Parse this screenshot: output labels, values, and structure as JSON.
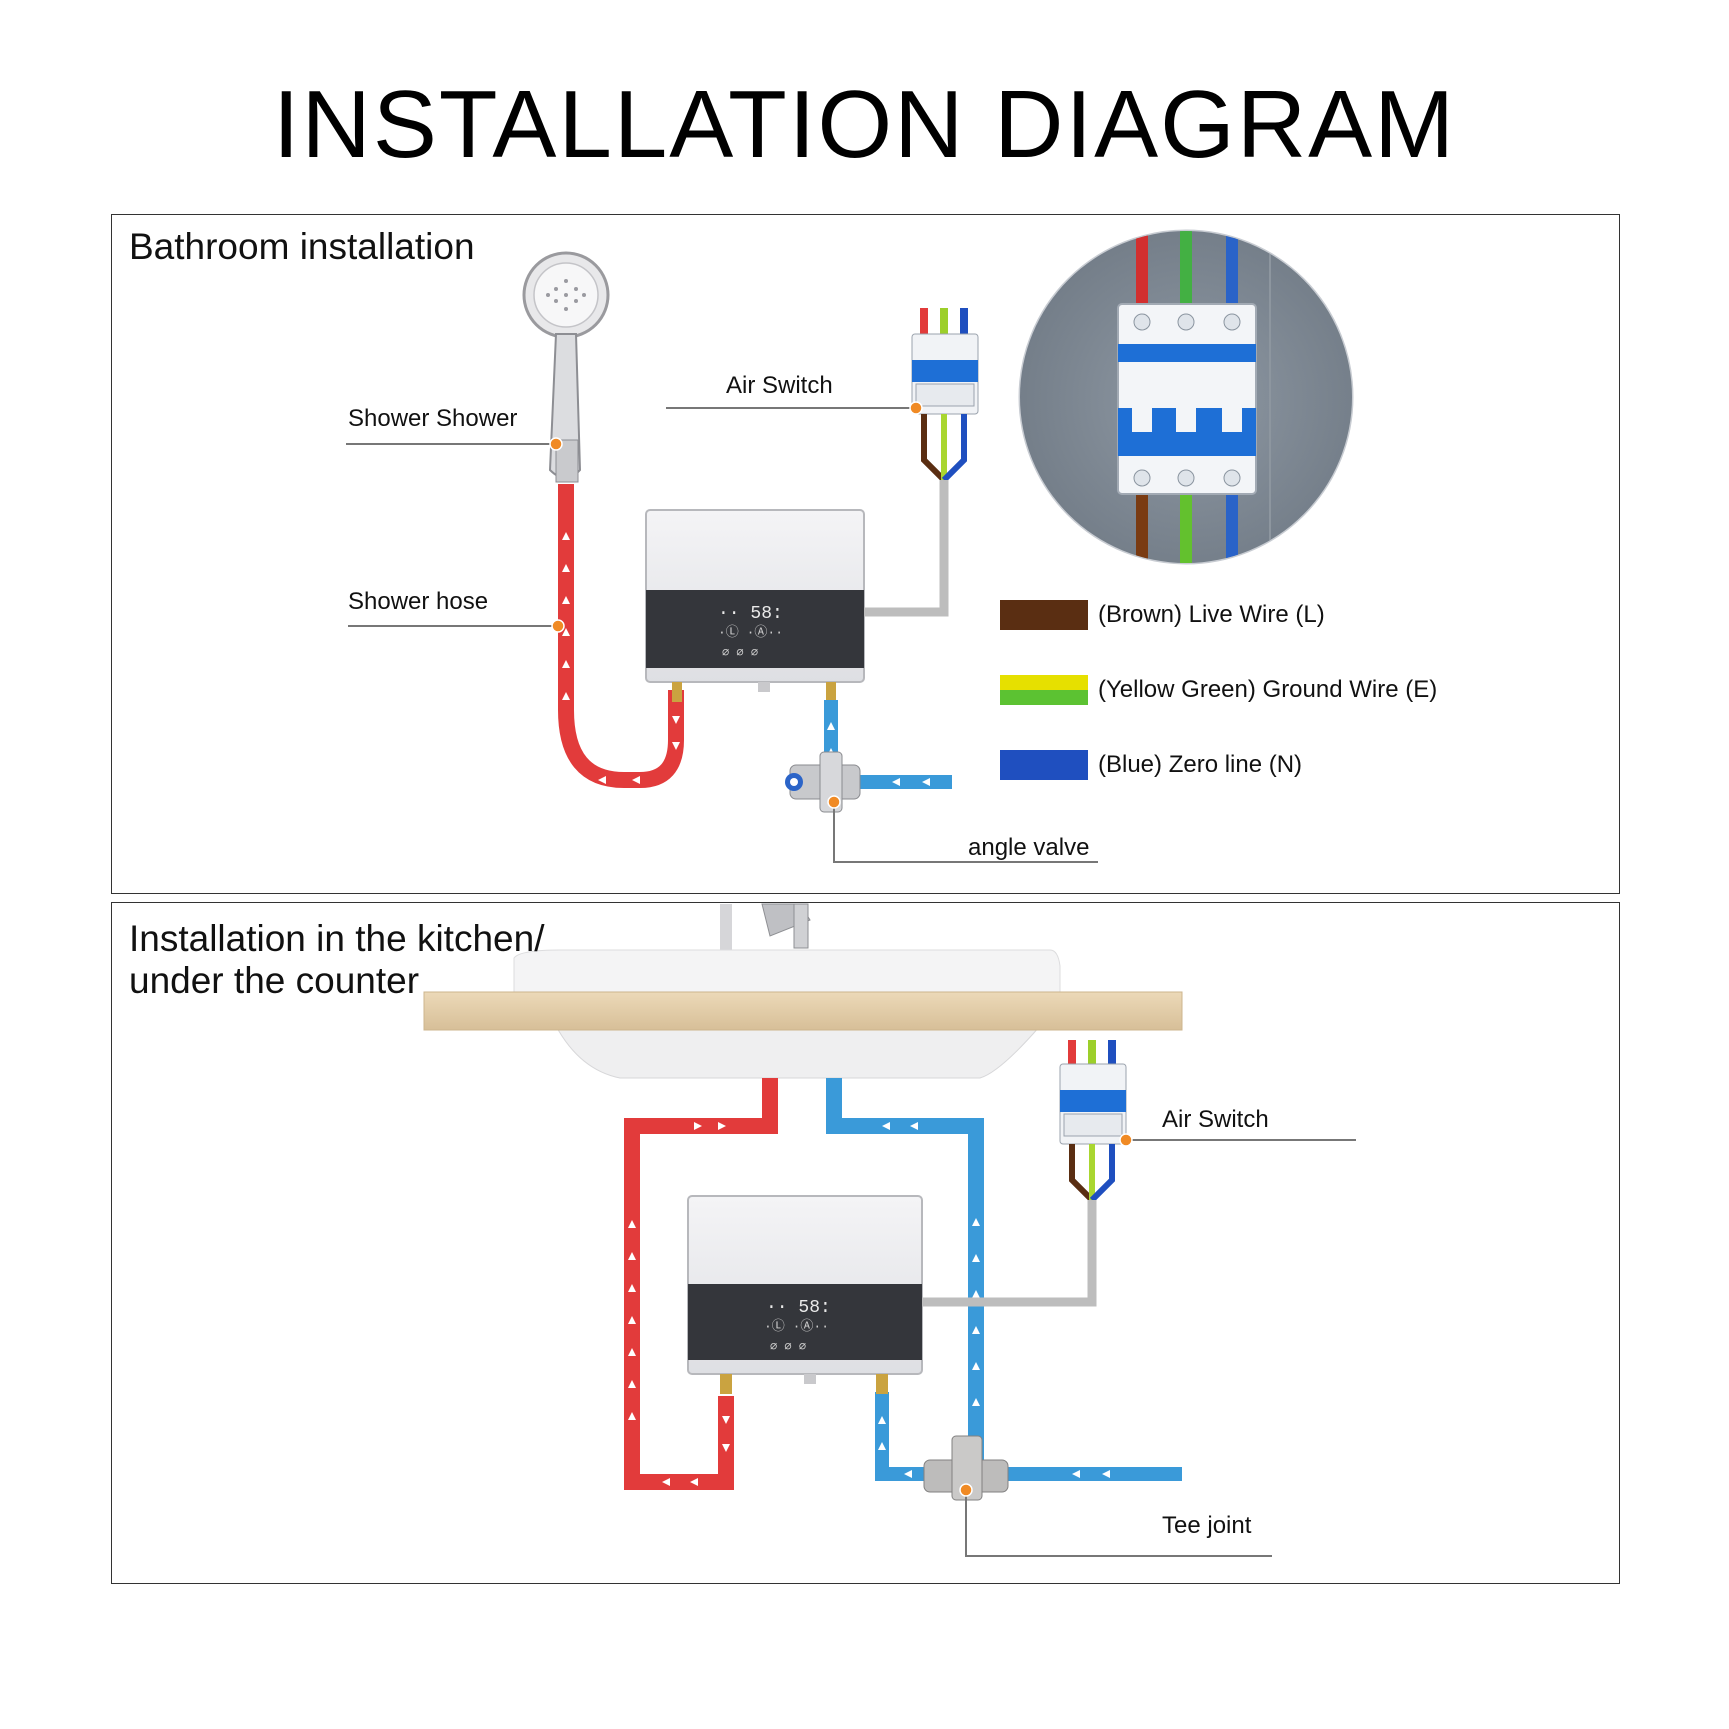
{
  "title": "INSTALLATION DIAGRAM",
  "bathroom": {
    "label": "Bathroom installation",
    "callouts": {
      "shower": "Shower Shower",
      "hose": "Shower hose",
      "air_switch": "Air Switch",
      "angle_valve": "angle valve"
    },
    "legend": [
      {
        "text": "(Brown) Live Wire (L)",
        "color": "#5a2e12"
      },
      {
        "text": "(Yellow Green) Ground Wire (E)",
        "color": "#c8e000"
      },
      {
        "text": "(Blue) Zero line (N)",
        "color": "#1f4fbf"
      }
    ]
  },
  "kitchen": {
    "label_line1": "Installation in the kitchen/",
    "label_line2": "under the counter",
    "callouts": {
      "air_switch": "Air Switch",
      "tee_joint": "Tee joint"
    }
  },
  "colors": {
    "hot_pipe": "#e23b3b",
    "cold_pipe": "#3a9ad9",
    "wire_gray": "#bdbdbd",
    "breaker_blue": "#1e6fd6",
    "marker_orange": "#f08a24"
  }
}
